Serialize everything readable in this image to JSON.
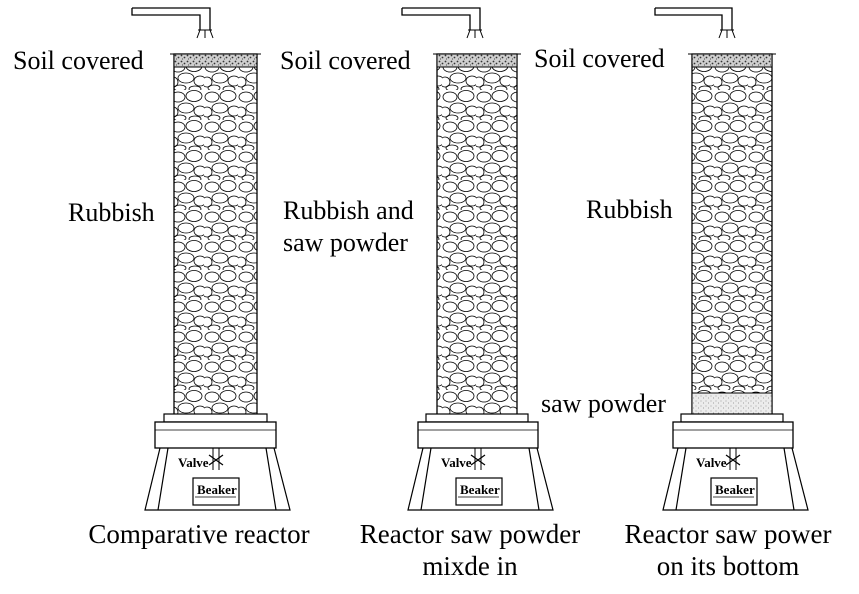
{
  "reactors": [
    {
      "id": "comparative",
      "labels": {
        "top": "Soil covered",
        "middle": [
          "Rubbish"
        ],
        "bottom": ""
      },
      "valve": "Valve",
      "beaker": "Beaker",
      "caption": [
        "Comparative reactor"
      ]
    },
    {
      "id": "mixed",
      "labels": {
        "top": "Soil covered",
        "middle": [
          "Rubbish and",
          "saw powder"
        ],
        "bottom": ""
      },
      "valve": "Valve",
      "beaker": "Beaker",
      "caption": [
        "Reactor saw powder",
        "mixde in"
      ]
    },
    {
      "id": "bottom",
      "labels": {
        "top": "Soil covered",
        "middle": [
          "Rubbish"
        ],
        "bottom": "saw powder"
      },
      "valve": "Valve",
      "beaker": "Beaker",
      "caption": [
        "Reactor saw power",
        "on its bottom"
      ]
    }
  ],
  "colors": {
    "line": "#000000",
    "soil": "#6b6b6b",
    "sawdust": "#b5b5b5"
  }
}
